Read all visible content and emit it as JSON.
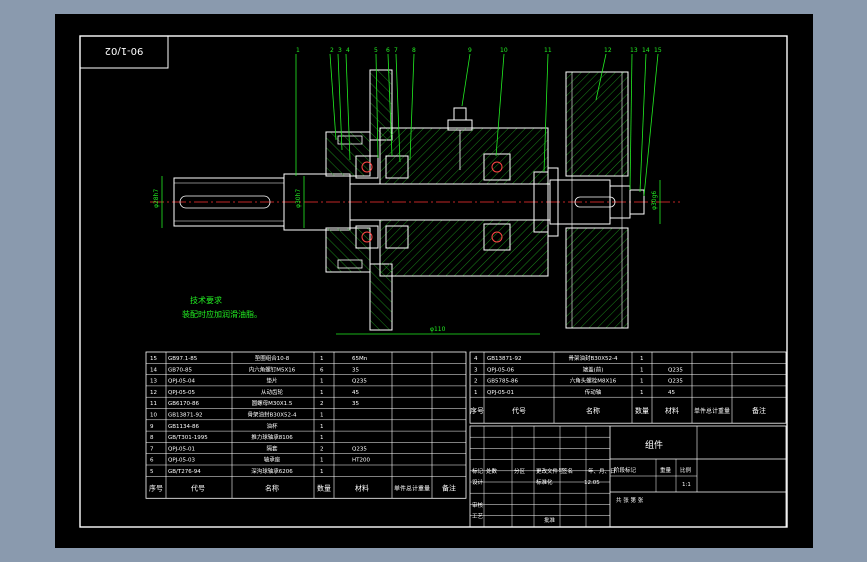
{
  "drawing": {
    "drawing_no": "90-1/02",
    "dimensions": {
      "d_left": "φ28h7",
      "d_mid": "φ30h7",
      "d_right": "φ30g6",
      "d_bottom": "φ110"
    },
    "tech_title": "技术要求",
    "tech_note": "装配时应加润滑油脂。",
    "balloon_numbers": [
      "1",
      "2",
      "3",
      "4",
      "5",
      "6",
      "7",
      "8",
      "9",
      "10",
      "11",
      "12",
      "13",
      "14",
      "15"
    ]
  },
  "bom_left": {
    "rows": [
      {
        "no": "15",
        "code": "GB97.1-85",
        "name": "垫圈组合10-8",
        "qty": "1",
        "mat": "65Mn"
      },
      {
        "no": "14",
        "code": "GB70-85",
        "name": "内六角螺钉M5X16",
        "qty": "6",
        "mat": "35"
      },
      {
        "no": "13",
        "code": "QPJ-05-04",
        "name": "垫片",
        "qty": "1",
        "mat": "Q235"
      },
      {
        "no": "12",
        "code": "QPJ-05-05",
        "name": "从动齿轮",
        "qty": "1",
        "mat": "45"
      },
      {
        "no": "11",
        "code": "GB6170-86",
        "name": "圆螺母M30X1.5",
        "qty": "2",
        "mat": "35"
      },
      {
        "no": "10",
        "code": "GB13871-92",
        "name": "骨架油封B30X52-4",
        "qty": "1",
        "mat": ""
      },
      {
        "no": "9",
        "code": "GB1134-86",
        "name": "油杯",
        "qty": "1",
        "mat": ""
      },
      {
        "no": "8",
        "code": "GB/T301-1995",
        "name": "推力球轴承8106",
        "qty": "1",
        "mat": ""
      },
      {
        "no": "7",
        "code": "QPJ-05-01",
        "name": "隔套",
        "qty": "2",
        "mat": "Q235"
      },
      {
        "no": "6",
        "code": "QPJ-05-03",
        "name": "轴承座",
        "qty": "1",
        "mat": "HT200"
      },
      {
        "no": "5",
        "code": "GB/T276-94",
        "name": "深沟球轴承6206",
        "qty": "1",
        "mat": ""
      }
    ],
    "headers": {
      "no": "序号",
      "code": "代号",
      "name": "名称",
      "qty": "数量",
      "mat": "材料",
      "weight": "单件总计重量",
      "remark": "备注"
    }
  },
  "bom_right": {
    "rows": [
      {
        "no": "4",
        "code": "GB13871-92",
        "name": "骨架油封B30X52-4",
        "qty": "1",
        "mat": ""
      },
      {
        "no": "3",
        "code": "QPJ-05-06",
        "name": "端盖(前)",
        "qty": "1",
        "mat": "Q235"
      },
      {
        "no": "2",
        "code": "GB5785-86",
        "name": "六角头螺栓M8X16",
        "qty": "1",
        "mat": "Q235"
      },
      {
        "no": "1",
        "code": "QPJ-05-01",
        "name": "传动轴",
        "qty": "1",
        "mat": "45"
      }
    ],
    "headers": {
      "no": "序号",
      "code": "代号",
      "name": "名称",
      "qty": "数量",
      "mat": "材料",
      "weight": "单件总计重量",
      "remark": "备注"
    }
  },
  "title_block": {
    "assembly_name": "组件",
    "change_row": [
      "标记",
      "处数",
      "分区",
      "更改文件号",
      "签名",
      "年、月、日"
    ],
    "designer_label": "设计",
    "standard_label": "标准化",
    "check_label": "审核",
    "process_label": "工艺",
    "approve_label": "批准",
    "date_value": "12.05",
    "stage_label": "阶段标记",
    "weight_label": "重量",
    "scale_label": "比例",
    "scale_value": "1:1",
    "sheet_text": "共 张 第 张"
  }
}
